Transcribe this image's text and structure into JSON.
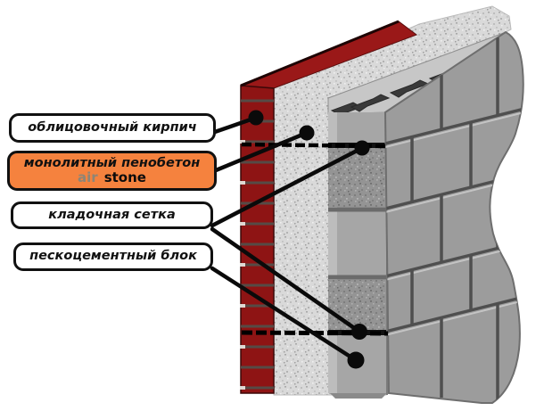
{
  "diagram": {
    "labels": [
      {
        "text": "облицовочный кирпич"
      },
      {
        "text": "монолитный пенобетон",
        "brand_air": "air",
        "brand_stone": "stone"
      },
      {
        "text": "кладочная сетка"
      },
      {
        "text": "пескоцементный блок"
      }
    ]
  },
  "colors": {
    "label_orange": "#F5823E",
    "air_gray": "#8D8576",
    "brick_red": "#8E1414",
    "brick_red_top": "#9A1818",
    "brick_mortar": "#554B46",
    "concrete_gray": "#D9D9D9",
    "block_face": "#9C9C9C",
    "block_top": "#C7C7C7",
    "block_cut": "#A6A6A6",
    "block_cut_speckle": "#949494",
    "hole_dark": "#3A3A3A",
    "joint_dark": "#4F4F4F",
    "line_black": "#0A0A0A"
  }
}
